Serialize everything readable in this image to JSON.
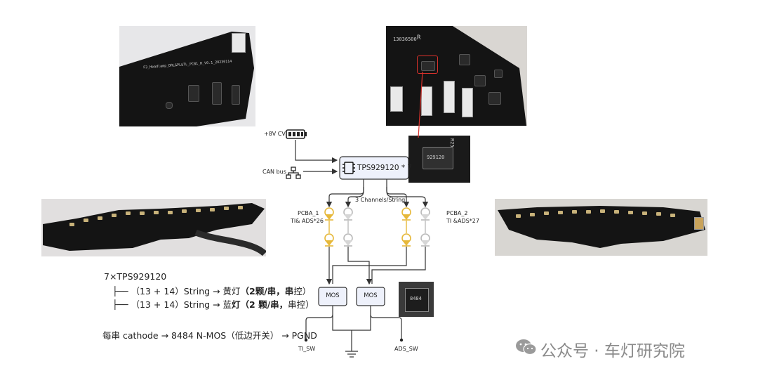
{
  "power_label": "+8V CV",
  "can_label": "CAN bus",
  "ic_label": "TPS929120 * 7",
  "channels_label": "3 Channels/String",
  "pcba1_name": "PCBA_1",
  "pcba1_desc": "TI& ADS*26",
  "pcba2_name": "PCBA_2",
  "pcba2_desc": "TI &ADS*27",
  "mos_label": "MOS",
  "ti_sw_label": "TI_SW",
  "ads_sw_label": "ADS_SW",
  "photo1_silk": "F3_Headlamp_DRL&PL&TL_PCB1_R_V0.1_20230114",
  "photo2_silk1": "13036500",
  "photo2_silk2": "R",
  "photo2_silk3": "R25",
  "closeup_silk": "929120",
  "mosfet_silk": "8484",
  "colors": {
    "amber_led": "#e6b83a",
    "white_led": "#b9b9b9",
    "annotation_red": "#d9312b",
    "box_fill": "#eef1fb"
  },
  "summary": {
    "title": "7×TPS929120",
    "line1_prefix": "├── （13 + 14）String → 黄灯",
    "line1_bold": "（2颗/串，串",
    "line1_tail": "控）",
    "line2_prefix": "├── （13 + 14）String → 蓝",
    "line2_bold1": "灯（2 颗/串，",
    "line2_tail": "串控）",
    "line3": "每串 cathode → 8484 N-MOS（低边开关） → PGND"
  },
  "watermark": "公众号 · 车灯研究院"
}
